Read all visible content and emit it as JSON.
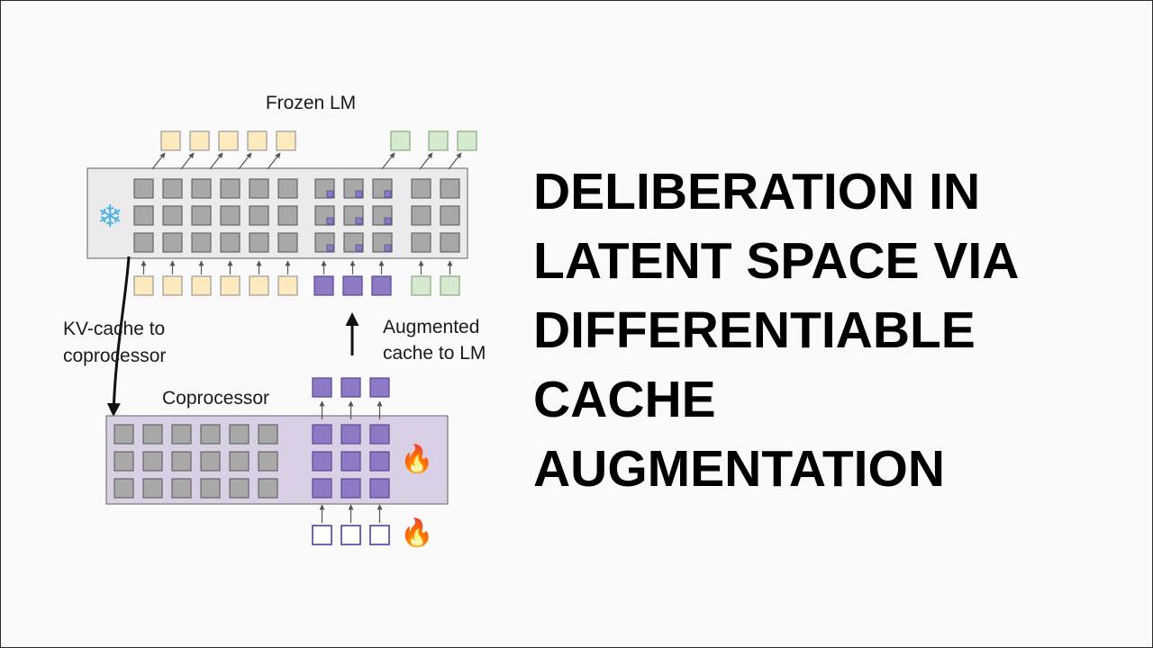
{
  "diagram": {
    "frozen_label": "Frozen LM",
    "kv_label": [
      "KV-cache to",
      "coprocessor"
    ],
    "aug_label": [
      "Augmented",
      "cache to LM"
    ],
    "coproc_label": "Coprocessor",
    "snowflake": "❄",
    "fire": "🔥",
    "icons": [
      "snowflake-icon",
      "fire-icon"
    ],
    "colors": {
      "block_fill": "#ebebeb",
      "coproc_fill": "#d9d0e6",
      "cell_gray": "#a8a8a8",
      "purple": "#8e79c4",
      "yellow": "#fdebbf",
      "green": "#d5ebcf",
      "arrow": "#444444"
    }
  },
  "title": {
    "lines": [
      "DELIBERATION IN",
      "LATENT SPACE VIA",
      "DIFFERENTIABLE",
      "CACHE",
      "AUGMENTATION"
    ]
  }
}
